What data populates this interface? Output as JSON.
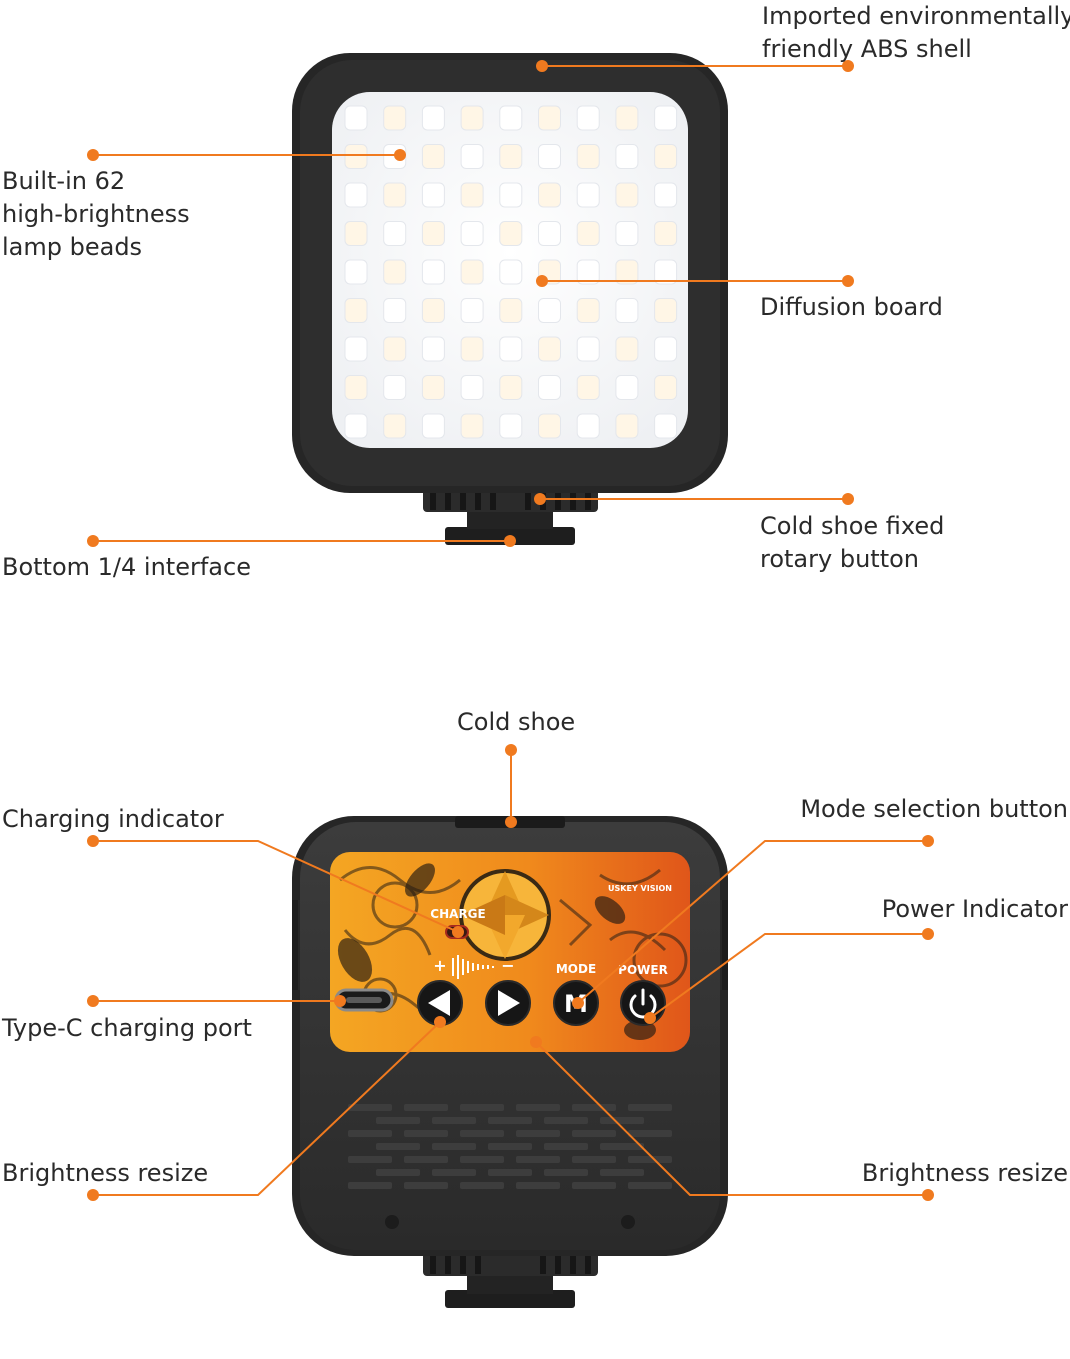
{
  "accent_color": "#f07a1f",
  "front_view": {
    "labels": {
      "shell": [
        "Imported environmentally",
        "friendly ABS shell"
      ],
      "lamp_beads": [
        "Built-in 62",
        "high-brightness",
        "lamp beads"
      ],
      "diffusion": [
        "Diffusion board"
      ],
      "rotary": [
        "Cold shoe fixed",
        "rotary button"
      ],
      "bottom_interface": [
        "Bottom 1/4 interface"
      ]
    }
  },
  "back_view": {
    "labels": {
      "cold_shoe": [
        "Cold shoe"
      ],
      "charging_indicator": [
        "Charging indicator"
      ],
      "mode_button": [
        "Mode selection button"
      ],
      "power_indicator": [
        "Power Indicator"
      ],
      "type_c": [
        "Type-C charging port"
      ],
      "brightness_left": [
        "Brightness resize"
      ],
      "brightness_right": [
        "Brightness resize"
      ]
    },
    "panel": {
      "brand": "USKEY VISION",
      "charge": "CHARGE",
      "mode": "MODE",
      "power": "POWER",
      "plus": "+",
      "minus": "−",
      "mode_key": "M"
    },
    "icons": [
      "left-arrow-icon",
      "right-arrow-icon",
      "mode-m-icon",
      "power-icon"
    ]
  }
}
